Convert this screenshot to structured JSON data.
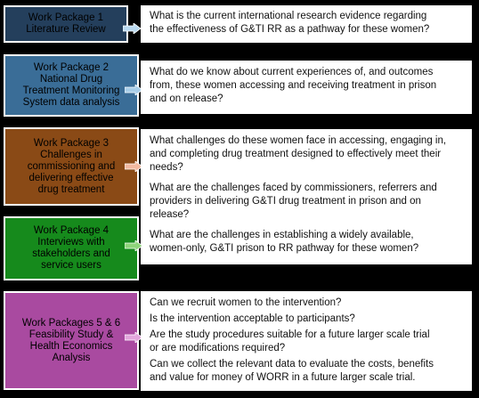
{
  "packages": [
    {
      "title_lines": [
        "Work Package 1",
        "Literature Review"
      ],
      "color": "#243f5c",
      "arrow_color": "#b9d9f0",
      "questions": [
        [
          "What is the current international research evidence regarding",
          "the effectiveness of G&TI RR as a pathway for these women?"
        ]
      ]
    },
    {
      "title_lines": [
        "Work Package 2",
        "National Drug",
        "Treatment Monitoring",
        "System data analysis"
      ],
      "color": "#3a6d97",
      "arrow_color": "#a8cde8",
      "questions": [
        [
          "What do we know about current experiences of, and outcomes",
          "from, these women accessing and receiving treatment in prison",
          "and on release?"
        ]
      ]
    },
    {
      "title_lines": [
        "Work Package 3",
        "Challenges in",
        "commissioning and",
        "delivering effective",
        "drug treatment"
      ],
      "color": "#8a4a16",
      "arrow_color": "#f2b9a0",
      "questions": [
        [
          "What challenges do these women face in accessing, engaging in,",
          "and completing drug treatment designed to effectively meet their",
          "needs?"
        ],
        [
          "What are the challenges faced by commissioners, referrers and",
          "providers in delivering G&TI drug treatment in prison and on",
          "release?"
        ]
      ]
    },
    {
      "title_lines": [
        "Work Package 4",
        "Interviews with",
        "stakeholders and",
        "service users"
      ],
      "color": "#168a1c",
      "arrow_color": "#8ed47a",
      "questions": [
        [
          "What are the challenges in establishing a widely available,",
          "women-only, G&TI prison to RR pathway for these women?"
        ]
      ]
    },
    {
      "title_lines": [
        "Work Packages 5 & 6",
        "Feasibility Study &",
        "Health Economics",
        "Analysis"
      ],
      "color": "#a94aa0",
      "arrow_color": "#e2a6dc",
      "questions": [
        [
          "Can we recruit women to the intervention?"
        ],
        [
          "Is the intervention acceptable to participants?"
        ],
        [
          "Are the study procedures suitable for a future larger scale trial",
          "or are modifications required?"
        ],
        [
          "Can we collect the relevant data to evaluate the costs, benefits",
          "and value for money of WORR in a future larger scale trial."
        ]
      ]
    }
  ]
}
